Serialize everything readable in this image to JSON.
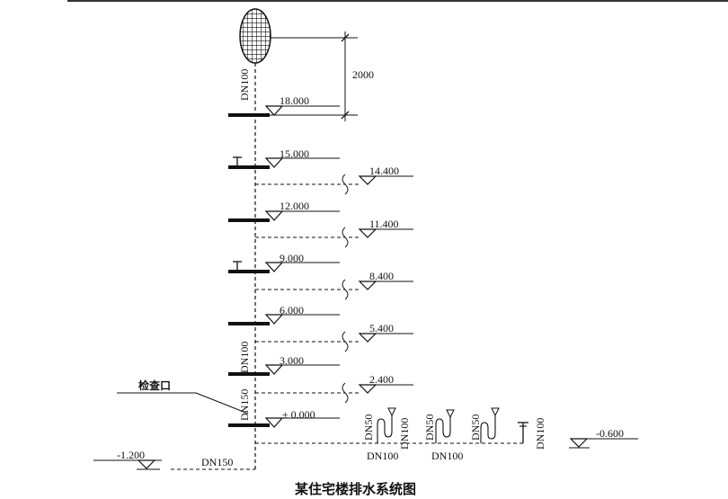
{
  "title": "某住宅楼排水系统图",
  "dimension": "2000",
  "floor_levels": [
    "18.000",
    "15.000",
    "12.000",
    "9.000",
    "6.000",
    "3.000",
    "± 0.000"
  ],
  "mid_levels": [
    "14.400",
    "11.400",
    "8.400",
    "5.400",
    "2.400"
  ],
  "outdoor_levels": {
    "left": "-1.200",
    "right": "-0.600"
  },
  "pipe_labels": {
    "vent": "DN100",
    "riser": "DN100",
    "riser_bottom": "DN150",
    "outlet": "DN150",
    "branch_1": "DN50",
    "branch_2": "DN100",
    "branch_3": "DN50",
    "branch_4": "DN50",
    "branch_5": "DN100",
    "branch_main": "DN100"
  },
  "callout": "检查口"
}
